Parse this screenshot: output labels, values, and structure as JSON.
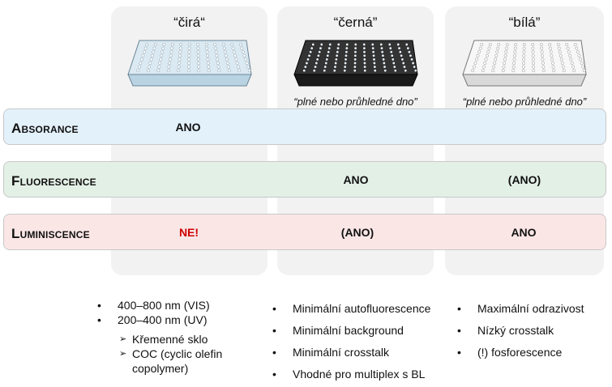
{
  "columns": [
    {
      "title": "“čirá“",
      "subtitle": "",
      "plate_color": "clear"
    },
    {
      "title": "“černá”",
      "subtitle": "“plné nebo průhledné dno”",
      "plate_color": "black"
    },
    {
      "title": "“bílá”",
      "subtitle": "“plné nebo průhledné dno”",
      "plate_color": "white"
    }
  ],
  "rows": [
    {
      "label": "Absorance",
      "values": [
        "ANO",
        "",
        ""
      ],
      "color": "#e3f1fb"
    },
    {
      "label": "Fluorescence",
      "values": [
        "",
        "ANO",
        "(ANO)"
      ],
      "color": "#e3f0e6"
    },
    {
      "label": "Luminiscence",
      "values": [
        "NE!",
        "(ANO)",
        "ANO"
      ],
      "color": "#fbe6e6"
    }
  ],
  "accent_no": "#cc0000",
  "notes": {
    "col1": {
      "items": [
        "400–800 nm (VIS)",
        "200–400 nm (UV)"
      ],
      "subitems": [
        "Křemenné sklo",
        "COC (cyclic olefin copolymer)"
      ]
    },
    "col2": [
      "Minimální autofluorescence",
      "Minimální background",
      "Minimální crosstalk",
      "Vhodné pro multiplex s BL"
    ],
    "col3": [
      "Maximální odrazivost",
      "Nízký crosstalk",
      "(!) fosforescence"
    ]
  }
}
